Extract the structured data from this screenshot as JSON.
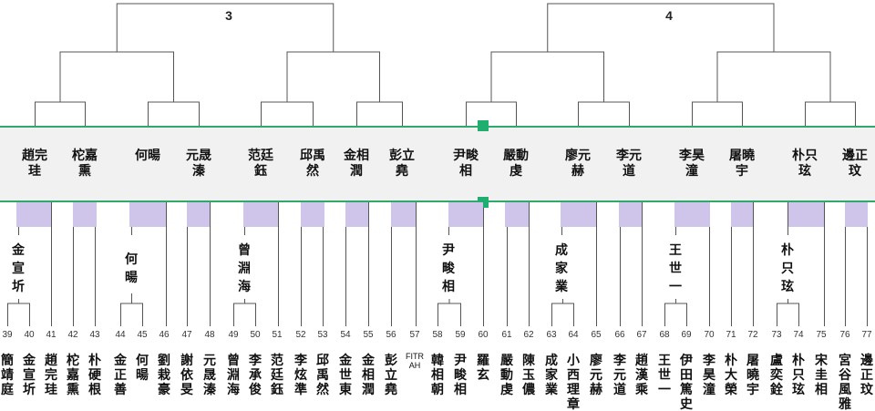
{
  "sections": [
    {
      "id": "s3",
      "label": "3"
    },
    {
      "id": "s4",
      "label": "4"
    }
  ],
  "top_names": [
    [
      "趙完",
      "珪"
    ],
    [
      "柁嘉",
      "熏"
    ],
    [
      "何暘"
    ],
    [
      "元晟",
      "溱"
    ],
    [
      "范廷",
      "鈺"
    ],
    [
      "邱禹",
      "然"
    ],
    [
      "金相",
      "潤"
    ],
    [
      "彭立",
      "堯"
    ],
    [
      "尹畯",
      "相"
    ],
    [
      "嚴動",
      "虔"
    ],
    [
      "廖元",
      "赫"
    ],
    [
      "李元",
      "道"
    ],
    [
      "李昊",
      "潼"
    ],
    [
      "屠曉",
      "宇"
    ],
    [
      "朴只",
      "玹"
    ],
    [
      "邊正",
      "玟"
    ]
  ],
  "winners": [
    {
      "name": "金宣圻"
    },
    {
      "name": "何暘"
    },
    {
      "name": "曾淵海"
    },
    {
      "name": "尹畯相"
    },
    {
      "name": "成家業"
    },
    {
      "name": "王世一"
    },
    {
      "name": "朴只玹"
    }
  ],
  "numbers": [
    "39",
    "40",
    "41",
    "42",
    "43",
    "44",
    "45",
    "46",
    "47",
    "48",
    "49",
    "50",
    "51",
    "52",
    "53",
    "54",
    "55",
    "56",
    "57",
    "58",
    "59",
    "60",
    "61",
    "62",
    "63",
    "64",
    "65",
    "66",
    "67",
    "68",
    "69",
    "70",
    "71",
    "72",
    "73",
    "74",
    "75",
    "76",
    "77"
  ],
  "players": [
    "簡靖庭",
    "金宣圻",
    "趙完珪",
    "柁嘉熏",
    "朴硬根",
    "金正善",
    "何暘",
    "劉栽豪",
    "謝依旻",
    "元晟溱",
    "曾淵海",
    "李承俊",
    "范廷鈺",
    "李炫準",
    "邱禹然",
    "金世東",
    "金相潤",
    "彭立堯",
    "FITRAH",
    "韓相朝",
    "尹畯相",
    "羅玄",
    "嚴動虔",
    "陳玉儂",
    "成家業",
    "小西理章",
    "廖元赫",
    "李元道",
    "趙漢乘",
    "王世一",
    "伊田篤史",
    "李昊潼",
    "朴大榮",
    "屠曉宇",
    "盧奕銓",
    "朴只玹",
    "宋圭相",
    "宮谷風雅",
    "邊正玟"
  ],
  "colors": {
    "band_border": "#2ea86b",
    "band_bg": "#f1f1f1",
    "marker": "#1fae6d",
    "highlight": "#cfc5ea",
    "line": "#555555"
  }
}
